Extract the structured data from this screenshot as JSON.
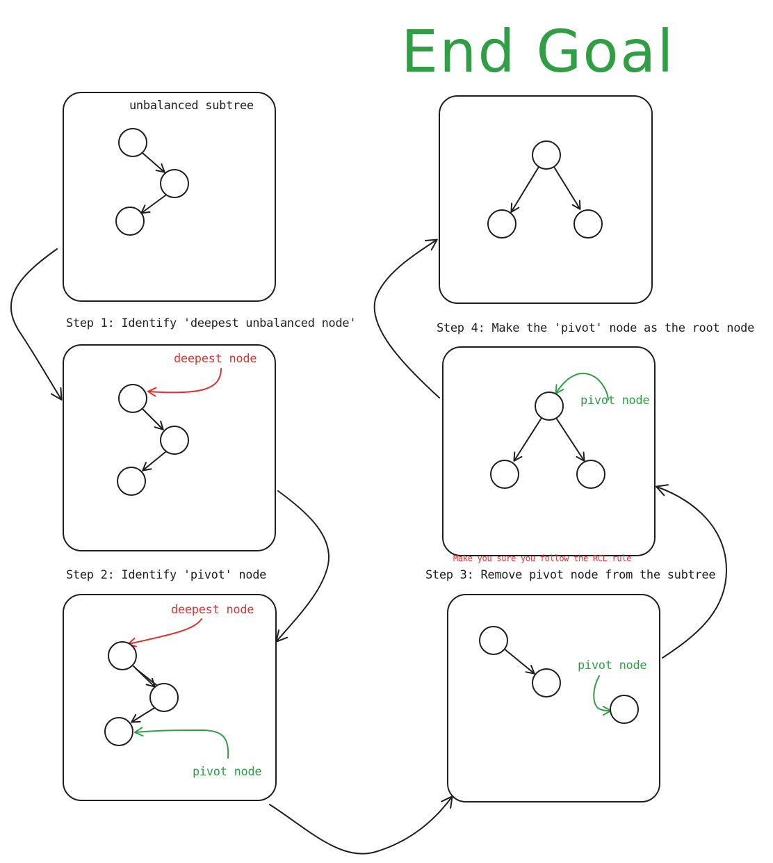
{
  "title": "End Goal",
  "panels": {
    "initial": {
      "caption": "unbalanced subtree"
    },
    "step1": {
      "caption": "Step 1: Identify 'deepest unbalanced node'",
      "annotation": "deepest node"
    },
    "step2": {
      "caption": "Step 2: Identify 'pivot' node",
      "annotation_red": "deepest node",
      "annotation_green": "pivot node"
    },
    "step3": {
      "caption": "Step 3: Remove pivot node from the subtree",
      "annotation_green": "pivot node"
    },
    "step4": {
      "caption": "Step 4: Make the 'pivot' node as the root node",
      "annotation_green": "pivot node",
      "note": "Make you sure you follow the RCL rule"
    }
  },
  "colors": {
    "ink": "#1e1e1e",
    "red": "#e03131",
    "green": "#2f9e44"
  }
}
